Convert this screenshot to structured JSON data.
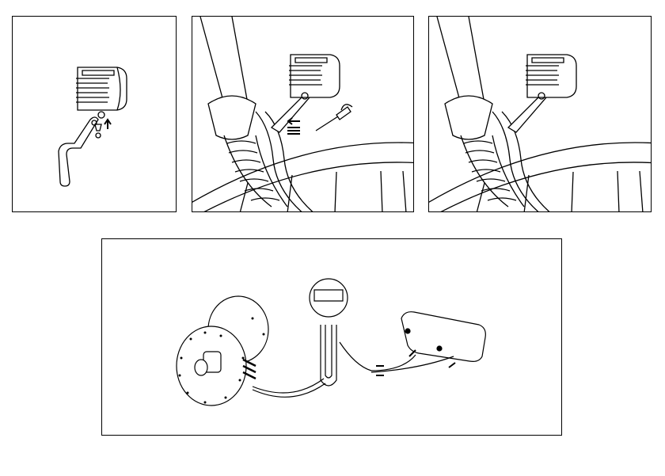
{
  "colors": {
    "line": "#000000",
    "background": "#ffffff"
  },
  "panels": [
    {
      "step": "lamp-and-bracket-exploded"
    },
    {
      "step": "attach-bracket-with-screw"
    },
    {
      "step": "lamp-mounted-on-fork"
    },
    {
      "step": "wiring-hub-dynamo-lamp-taillight"
    }
  ]
}
